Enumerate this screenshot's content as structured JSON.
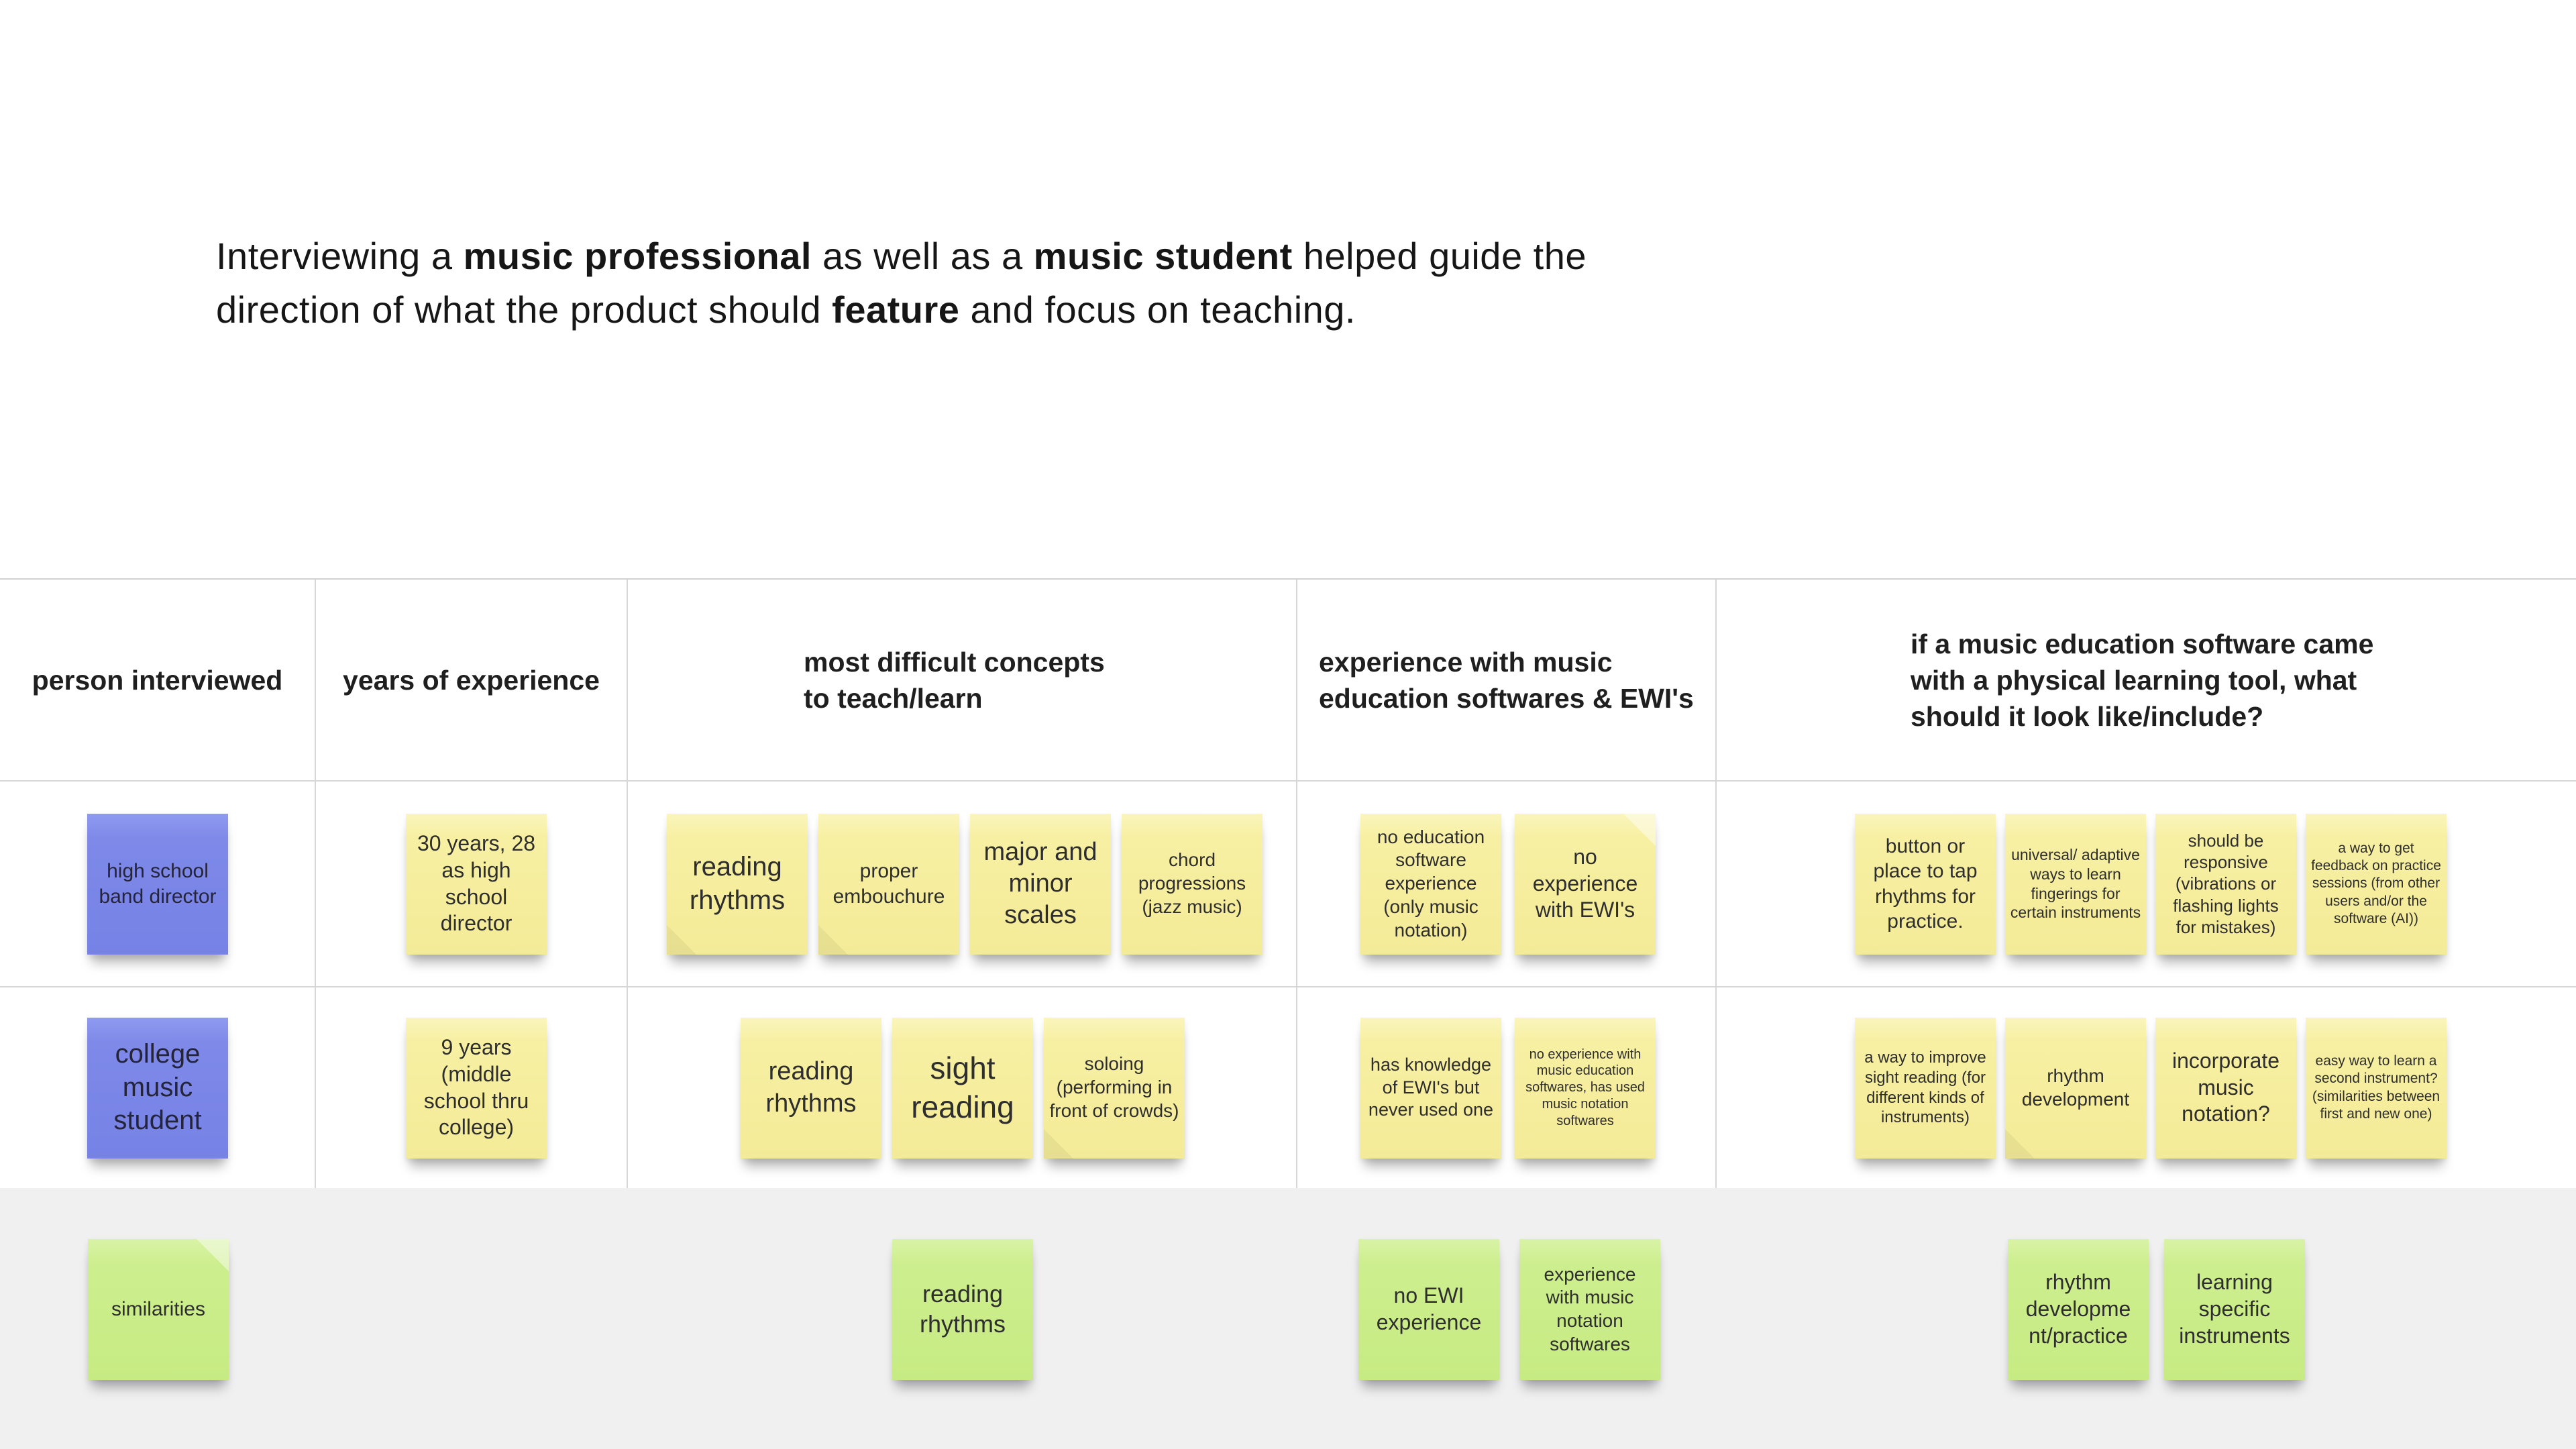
{
  "title": {
    "line1": [
      {
        "t": "Interviewing a ",
        "b": 0
      },
      {
        "t": "music professional",
        "b": 1
      },
      {
        "t": " as well as a ",
        "b": 0
      },
      {
        "t": "music student",
        "b": 1
      },
      {
        "t": " helped guide the",
        "b": 0
      }
    ],
    "line2": [
      {
        "t": "direction of what the product should ",
        "b": 0
      },
      {
        "t": "feature",
        "b": 1
      },
      {
        "t": " and focus on teaching.",
        "b": 0
      }
    ]
  },
  "table": {
    "headers": [
      "person interviewed",
      "years of experience",
      "most difficult concepts\nto teach/learn",
      "experience with music\neducation softwares & EWI's",
      "if a music education software came\nwith a physical learning tool, what\nshould it look like/include?"
    ]
  },
  "notes": {
    "r1": {
      "person": "high school band director",
      "years": "30 years, 28 as high school director",
      "concepts": [
        "reading rhythms",
        "proper embouchure",
        "major and minor scales",
        "chord progressions (jazz music)"
      ],
      "experience": [
        "no education software experience (only music notation)",
        "no experience with EWI's"
      ],
      "wishlist": [
        "button or place to tap rhythms for practice.",
        "universal/ adaptive ways to learn fingerings for certain instruments",
        "should be responsive (vibrations or flashing lights for mistakes)",
        "a way to get feedback on practice sessions (from other users and/or the software (AI))"
      ]
    },
    "r2": {
      "person": "college music student",
      "years": "9 years (middle school thru college)",
      "concepts": [
        "reading rhythms",
        "sight reading",
        "soloing (performing in front of crowds)"
      ],
      "experience": [
        "has knowledge of EWI's but never used one",
        "no experience with music education softwares, has used music notation softwares"
      ],
      "wishlist": [
        "a way to improve sight reading (for different kinds of instruments)",
        "rhythm development",
        "incorporate music notation?",
        "easy way to learn a second instrument? (similarities between first and new one)"
      ]
    },
    "similarities": {
      "label": "similarities",
      "concepts": "reading rhythms",
      "experience": [
        "no EWI experience",
        "experience with music notation softwares"
      ],
      "wishlist": [
        "rhythm\ndevelopme\nnt/practice",
        "learning specific instruments"
      ]
    }
  },
  "colors": {
    "sticky_yellow": "#f7f0a3",
    "sticky_blue": "#7e89e8",
    "sticky_green": "#cdee8e",
    "footer_band": "#f0f0f1",
    "grid_line": "#d7d7d7",
    "text": "#2e2e2e"
  }
}
